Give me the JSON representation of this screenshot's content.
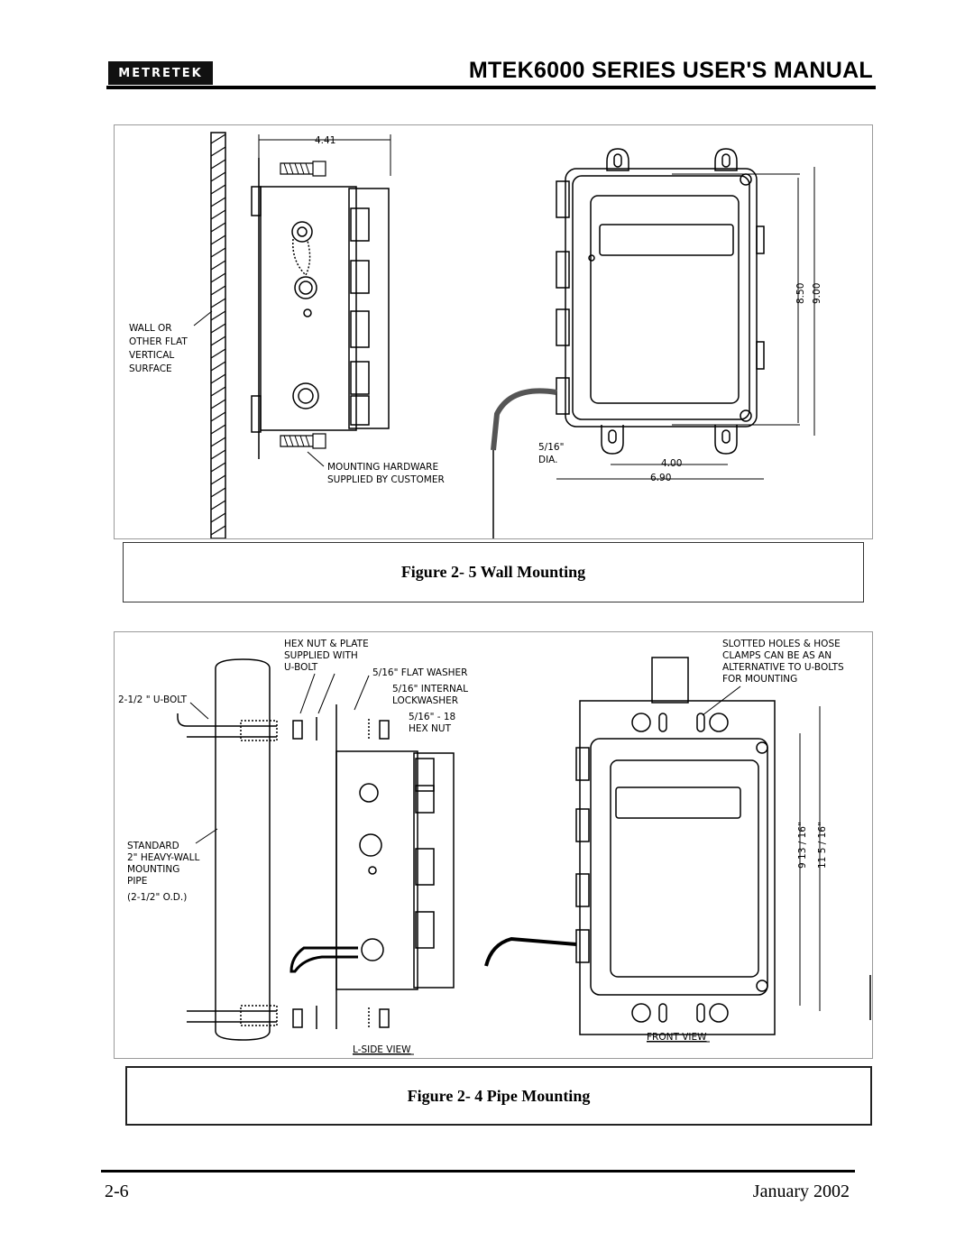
{
  "header": {
    "logo_text": "METRETEK",
    "title": "MTEK6000 SERIES USER'S MANUAL"
  },
  "figure_wall": {
    "caption": "Figure 2- 5  Wall Mounting",
    "labels": {
      "width_441": "4.41",
      "wall_line1": "WALL OR",
      "wall_line2": "OTHER FLAT",
      "wall_line3": "VERTICAL",
      "wall_line4": "SURFACE",
      "hardware_line1": "MOUNTING HARDWARE",
      "hardware_line2": "SUPPLIED BY CUSTOMER",
      "dia_line1": "5/16\"",
      "dia_line2": "DIA.",
      "dim_400": "4.00",
      "dim_690": "6.90",
      "dim_850": "8.50",
      "dim_900": "9.00"
    }
  },
  "figure_pipe": {
    "caption": "Figure 2- 4  Pipe Mounting",
    "labels": {
      "hex_line1": "HEX NUT & PLATE",
      "hex_line2": "SUPPLIED WITH",
      "hex_line3": "U-BOLT",
      "flat_washer": "5/16\" FLAT WASHER",
      "internal_line1": "5/16\" INTERNAL",
      "internal_line2": "LOCKWASHER",
      "hexnut_line1": "5/16\" - 18",
      "hexnut_line2": "HEX NUT",
      "ubolt": "2-1/2 \" U-BOLT",
      "pipe_line1": "STANDARD",
      "pipe_line2": "2\" HEAVY-WALL",
      "pipe_line3": "MOUNTING",
      "pipe_line4": "PIPE",
      "pipe_line5": "(2-1/2\" O.D.)",
      "slot_line1": "SLOTTED HOLES & HOSE",
      "slot_line2": "CLAMPS CAN BE AS AN",
      "slot_line3": "ALTERNATIVE TO U-BOLTS",
      "slot_line4": "FOR MOUNTING",
      "dim_913": "9 13 / 16\"",
      "dim_1156": "11 5 / 16\"",
      "lside": "L-SIDE VIEW",
      "front": "FRONT VIEW"
    }
  },
  "footer": {
    "page": "2-6",
    "date": "January 2002"
  }
}
